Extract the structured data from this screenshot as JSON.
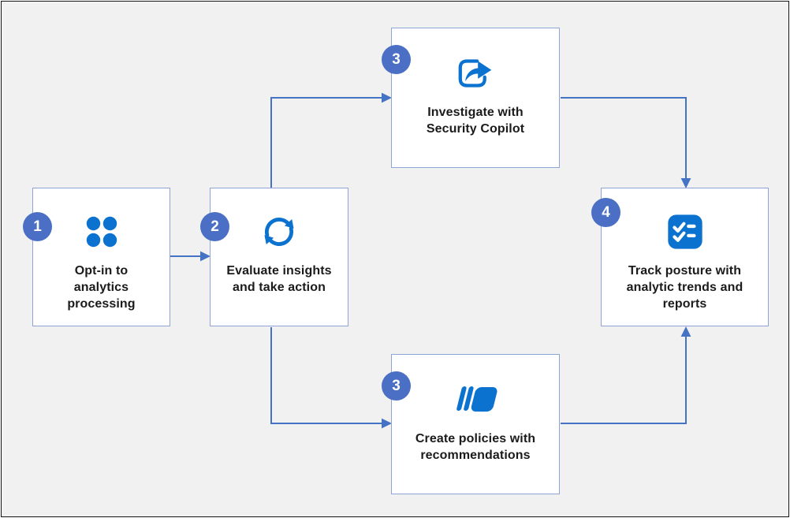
{
  "diagram": {
    "background_color": "#f1f1f1",
    "frame_border_color": "#161616",
    "colors": {
      "badge_fill": "#4a6fc4",
      "badge_text": "#ffffff",
      "box_background": "#ffffff",
      "box_border": "#8ea4d9",
      "connector": "#4472c4",
      "icon_blue": "#0b72d0",
      "label_text": "#1b1b1b"
    },
    "nodes": [
      {
        "step": "1",
        "label": "Opt-in to\nanalytics\nprocessing",
        "icon": "apps-grid-icon"
      },
      {
        "step": "2",
        "label": "Evaluate insights\nand take action",
        "icon": "sync-arrows-icon"
      },
      {
        "step": "3",
        "label": "Investigate with\nSecurity Copilot",
        "icon": "share-arrow-icon"
      },
      {
        "step": "3",
        "label": "Create policies with\nrecommendations",
        "icon": "stacked-cards-icon"
      },
      {
        "step": "4",
        "label": "Track posture with\nanalytic trends and\nreports",
        "icon": "checklist-icon"
      }
    ],
    "connectors": [
      {
        "from": "opt-in",
        "to": "evaluate"
      },
      {
        "from": "evaluate",
        "to": "investigate"
      },
      {
        "from": "evaluate",
        "to": "create-policies"
      },
      {
        "from": "investigate",
        "to": "track-posture"
      },
      {
        "from": "create-policies",
        "to": "track-posture"
      }
    ]
  }
}
